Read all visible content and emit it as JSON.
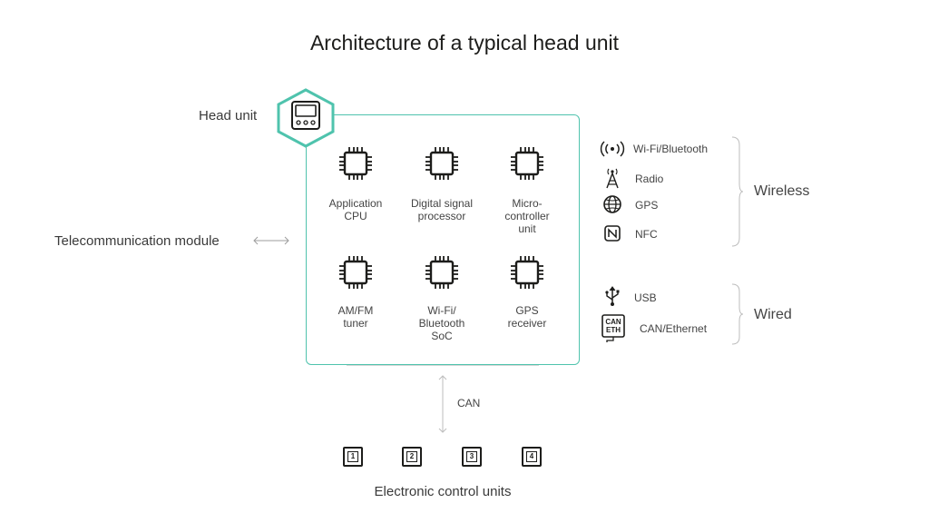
{
  "title": "Architecture of a typical head unit",
  "head_unit_label": "Head unit",
  "telecom_label": "Telecommunication module",
  "chips": [
    {
      "label": "Application\nCPU"
    },
    {
      "label": "Digital signal\nprocessor"
    },
    {
      "label": "Micro-\ncontroller\nunit"
    },
    {
      "label": "AM/FM\ntuner"
    },
    {
      "label": "Wi-Fi/\nBluetooth\nSoC"
    },
    {
      "label": "GPS\nreceiver"
    }
  ],
  "wireless": {
    "label": "Wireless",
    "items": [
      {
        "label": "Wi-Fi/Bluetooth",
        "icon": "wifi-bluetooth-icon"
      },
      {
        "label": "Radio",
        "icon": "radio-tower-icon"
      },
      {
        "label": "GPS",
        "icon": "globe-icon"
      },
      {
        "label": "NFC",
        "icon": "nfc-icon"
      }
    ]
  },
  "wired": {
    "label": "Wired",
    "items": [
      {
        "label": "USB",
        "icon": "usb-icon"
      },
      {
        "label": "CAN/Ethernet",
        "icon": "can-eth-icon"
      }
    ]
  },
  "can_label": "CAN",
  "can_icon_text": [
    "CAN",
    "ETH"
  ],
  "ecus": [
    "1",
    "2",
    "3",
    "4"
  ],
  "ecu_label": "Electronic control units",
  "colors": {
    "accent": "#4fc3ad",
    "text": "#1d1d1b",
    "muted": "#bdbdbd"
  }
}
